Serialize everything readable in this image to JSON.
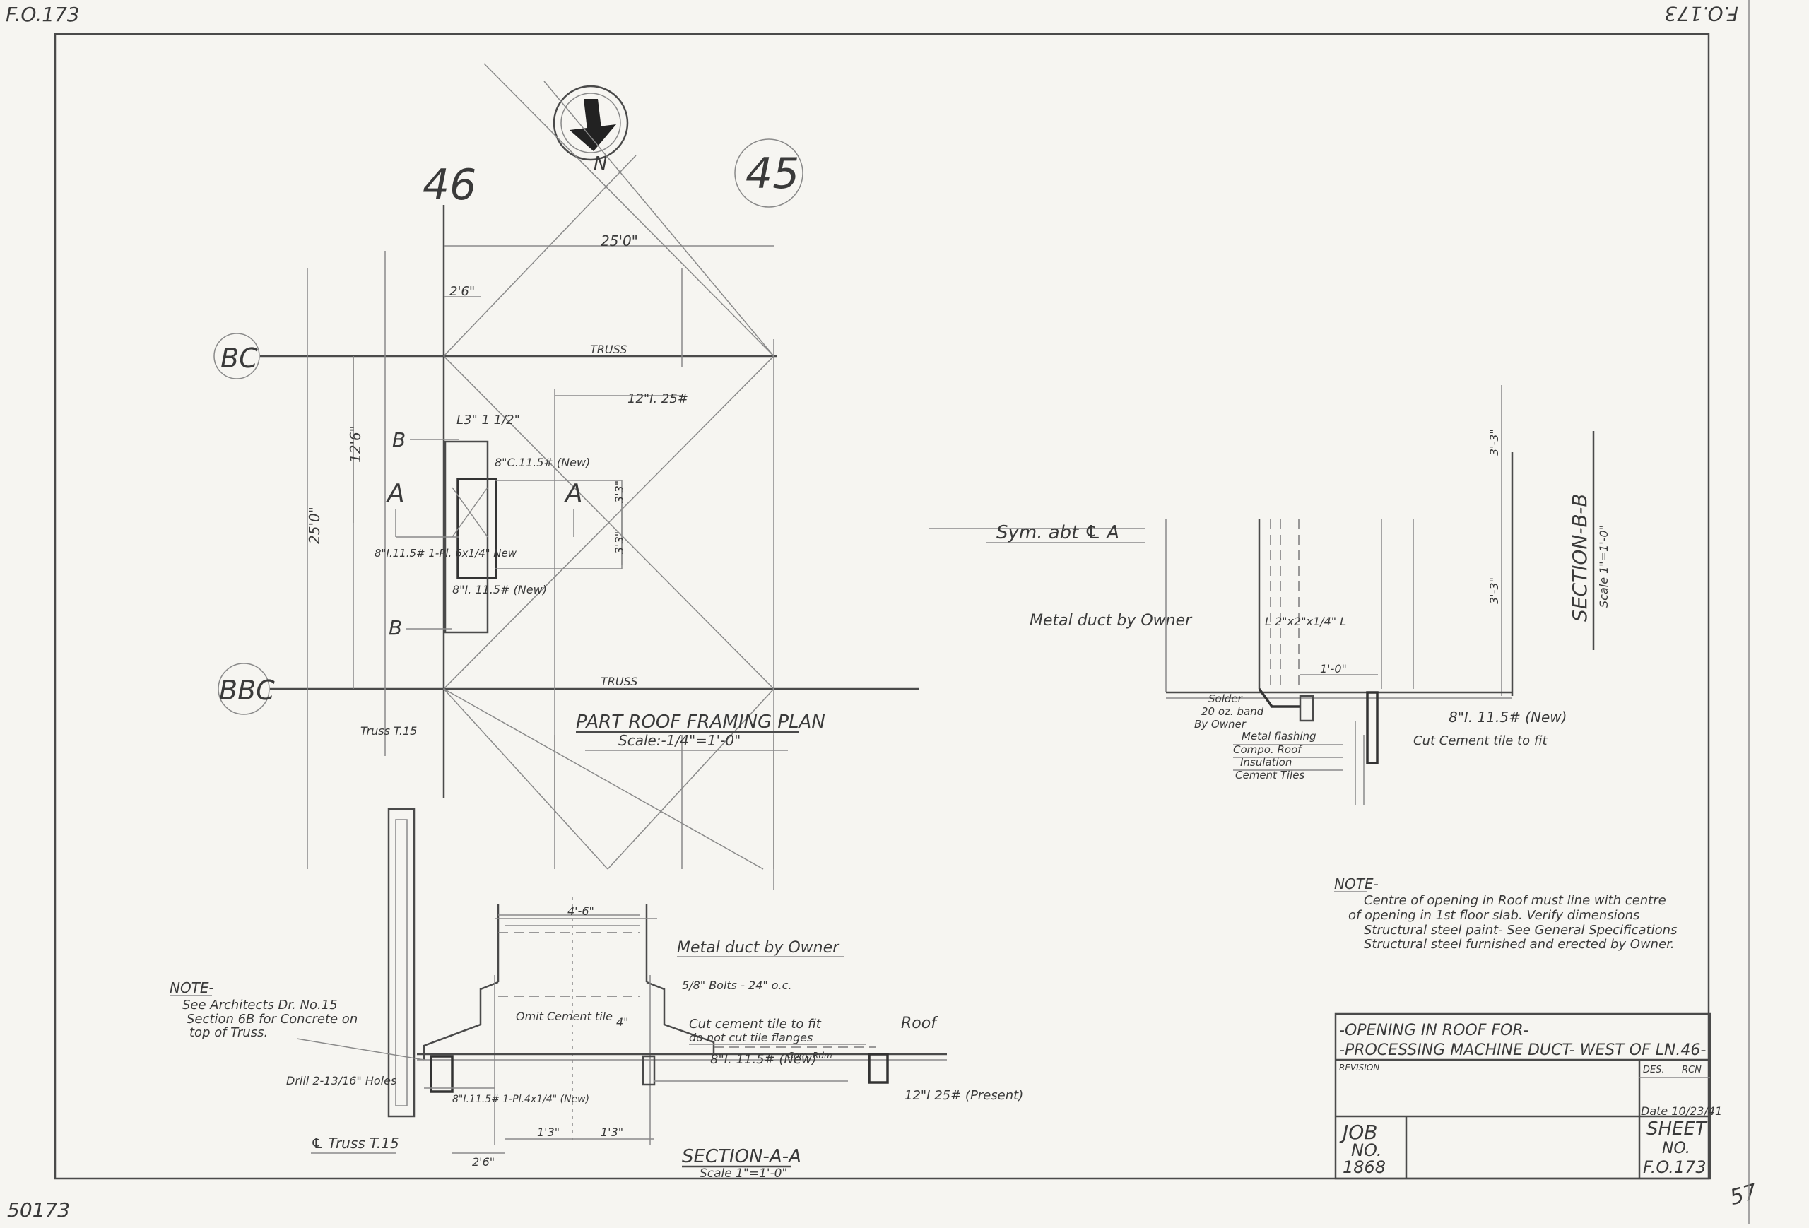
{
  "sheet_marks": {
    "top_left": "F.O.173",
    "top_right": "F.O.173",
    "bottom_left": "50173",
    "bottom_right": "57"
  },
  "compass": {
    "north_label": "N"
  },
  "gridlines": {
    "col_46": "46",
    "col_45": "45",
    "row_bc": "BC",
    "row_bbc": "BBC"
  },
  "plan": {
    "dim_overall_width": "25'0\"",
    "dim_overall_height": "25'0\"",
    "dim_2_6": "2'6\"",
    "dim_12_6": "12'6\"",
    "dim_3_3_top": "3'3\"",
    "dim_3_3_bottom": "3'3\"",
    "truss_top": "TRUSS",
    "truss_bottom": "TRUSS",
    "beam_12i": "12\"I. 25#",
    "beam_l3": "L3\" 1 1/2\"",
    "beam_8c_new": "8\"C.11.5# (New)",
    "beam_8i_plate": "8\"I.11.5# 1-Pl. 6x1/4\" New",
    "beam_8i_new": "8\"I. 11.5# (New)",
    "sec_a_left": "A",
    "sec_a_right": "A",
    "sec_b_top": "B",
    "sec_b_bottom": "B",
    "truss_t15": "Truss T.15",
    "title": "PART ROOF FRAMING PLAN",
    "scale": "Scale:-1/4\"=1'-0\""
  },
  "section_aa": {
    "title": "SECTION-A-A",
    "scale": "Scale 1\"=1'-0\"",
    "metal_duct": "Metal duct by Owner",
    "roof": "Roof",
    "omit_cement_tile": "Omit Cement tile",
    "bolt_spec": "5/8\" Bolts - 24\" o.c.",
    "cut_cement_tile_1": "Cut cement tile to fit",
    "cut_cement_tile_2": "do not cut tile flanges",
    "beam_8i_new": "8\"I. 11.5# (New)",
    "beam_12i_present": "12\"I 25# (Present)",
    "beam_8i_plate": "8\"I.11.5# 1-Pl.4x1/4\" (New)",
    "drill_holes": "Drill 2-13/16\" Holes",
    "truss_cl": "℄ Truss T.15",
    "dim_1_3_left": "1'3\"",
    "dim_1_3_right": "1'3\"",
    "dim_2_6": "2'6\"",
    "dim_top": "4'-6\"",
    "comp_label": "Com. Rdm",
    "dim_4": "4\""
  },
  "section_bb": {
    "title": "SECTION-B-B",
    "scale": "Scale 1\"=1'-0\"",
    "sym": "Sym. abt ℄ A",
    "metal_duct": "Metal duct by Owner",
    "angle": "L 2\"x2\"x1/4\" L",
    "dim_1_0": "1'-0\"",
    "dim_right_top": "3'-3\"",
    "dim_right_bottom": "3'-3\"",
    "solder": "Solder",
    "ounce_band": "20 oz. band",
    "by_owner": "By Owner",
    "metal_flashing": "Metal flashing",
    "compo_roof": "Compo. Roof",
    "insulation": "Insulation",
    "cement_tiles": "Cement Tiles",
    "beam_8i_new": "8\"I. 11.5# (New)",
    "cut_cement_tile": "Cut Cement tile to fit"
  },
  "note_top": {
    "heading": "NOTE-",
    "line1": "Centre of opening in Roof must line with centre",
    "line2": "of opening in 1st floor slab. Verify dimensions",
    "line3": "Structural steel paint- See General Specifications",
    "line4": "Structural steel furnished and erected by Owner."
  },
  "note_left": {
    "heading": "NOTE-",
    "line1": "See Architects Dr. No.15",
    "line2": "Section 6B for Concrete on",
    "line3": "top of Truss."
  },
  "title_block": {
    "title_line1": "-OPENING IN ROOF FOR-",
    "title_line2": "-PROCESSING MACHINE DUCT- WEST OF LN.46-",
    "revision": "REVISION",
    "des_label": "DES.",
    "des_initials": "RCN",
    "date": "Date 10/23/41",
    "job_label": "JOB",
    "job_no_label": "NO.",
    "job_number": "1868",
    "sheet_label": "SHEET",
    "sheet_no_label": "NO.",
    "sheet_number": "F.O.173"
  }
}
